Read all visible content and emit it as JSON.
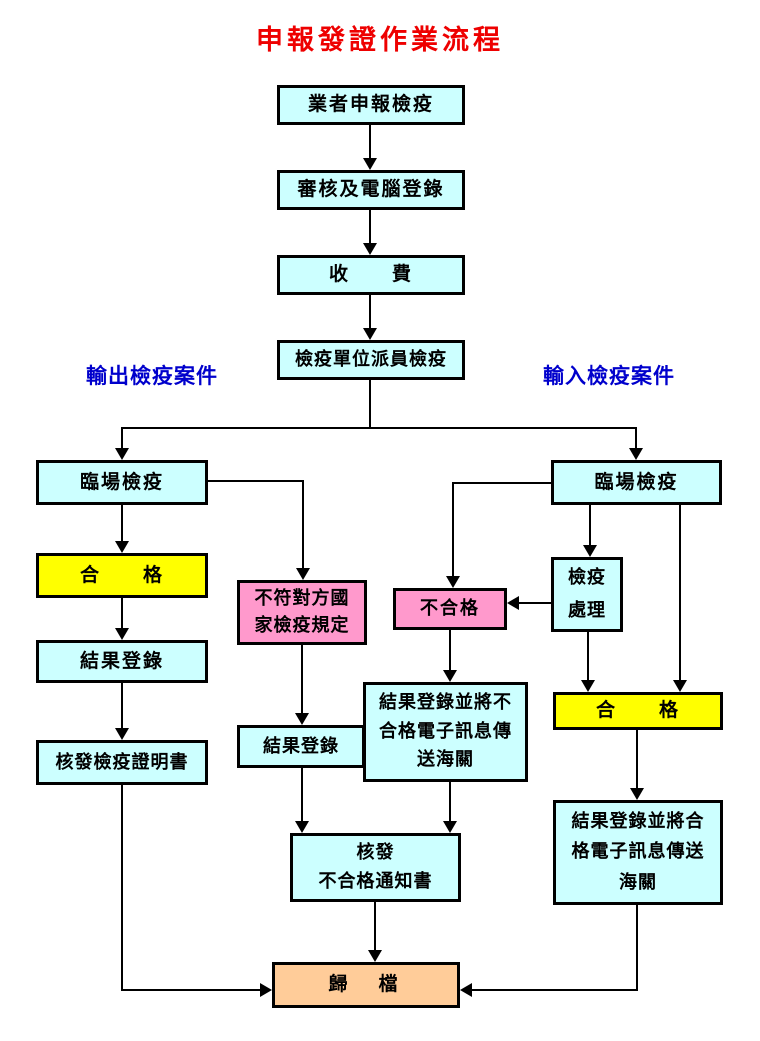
{
  "title": "申報發證作業流程",
  "branch_labels": {
    "left": "輸出檢疫案件",
    "right": "輸入檢疫案件"
  },
  "nodes": {
    "report": "業者申報檢疫",
    "review": "審核及電腦登錄",
    "fee": "收　　費",
    "dispatch": "檢疫單位派員檢疫",
    "onsite_left": "臨場檢疫",
    "pass_left": "合　　格",
    "result_left": "結果登錄",
    "issue_cert": "核發檢疫證明書",
    "not_conform": "不符對方國\n家檢疫規定",
    "result_mid": "結果登錄",
    "issue_fail_notice": "核發\n不合格通知書",
    "onsite_right": "臨場檢疫",
    "quarantine_treatment": "檢疫\n處理",
    "fail": "不合格",
    "result_fail_customs": "結果登錄並將不\n合格電子訊息傳\n送海關",
    "pass_right": "合　　格",
    "result_pass_customs": "結果登錄並將合\n格電子訊息傳送\n海關",
    "archive": "歸　檔"
  },
  "colors": {
    "box_fill": "#CCFFFF",
    "pass_fill": "#FFFF00",
    "fail_fill": "#FF99CC",
    "archive_fill": "#FFCC99",
    "title_color": "#EE0000",
    "label_color": "#0000CC",
    "line_color": "#000000"
  }
}
